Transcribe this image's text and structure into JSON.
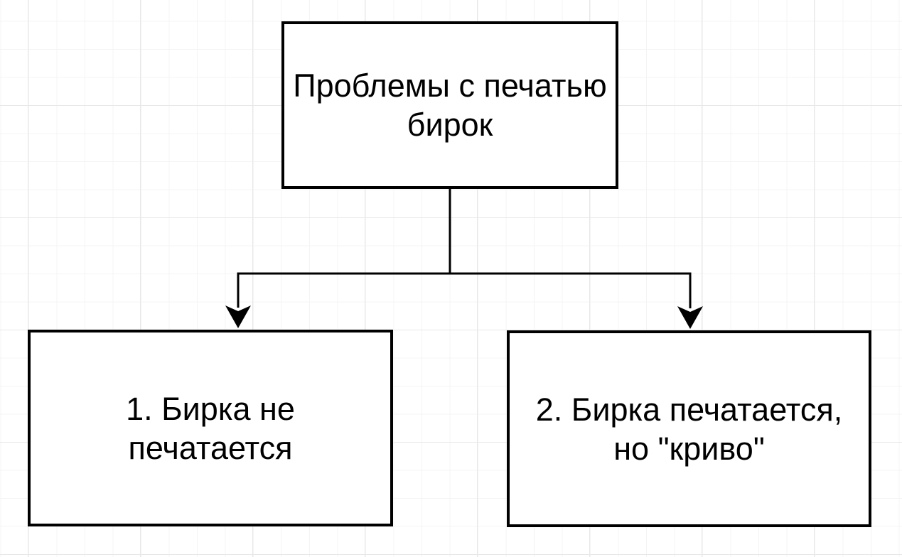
{
  "canvas": {
    "background_color": "#ffffff",
    "grid_minor_color": "#f4f4f4",
    "grid_major_color": "#e8e8e8",
    "stroke_color": "#000000",
    "node_fill_color": "#ffffff",
    "text_color": "#000000"
  },
  "diagram": {
    "type": "flowchart",
    "nodes": [
      {
        "id": "root",
        "label": "Проблемы с печатью\nбирок"
      },
      {
        "id": "case1",
        "label": "1. Бирка не\nпечатается"
      },
      {
        "id": "case2",
        "label": "2. Бирка печатается,\nно \"криво\""
      }
    ],
    "edges": [
      {
        "from": "root",
        "to": "case1",
        "arrow": "classic-filled-down"
      },
      {
        "from": "root",
        "to": "case2",
        "arrow": "classic-filled-down"
      }
    ]
  }
}
